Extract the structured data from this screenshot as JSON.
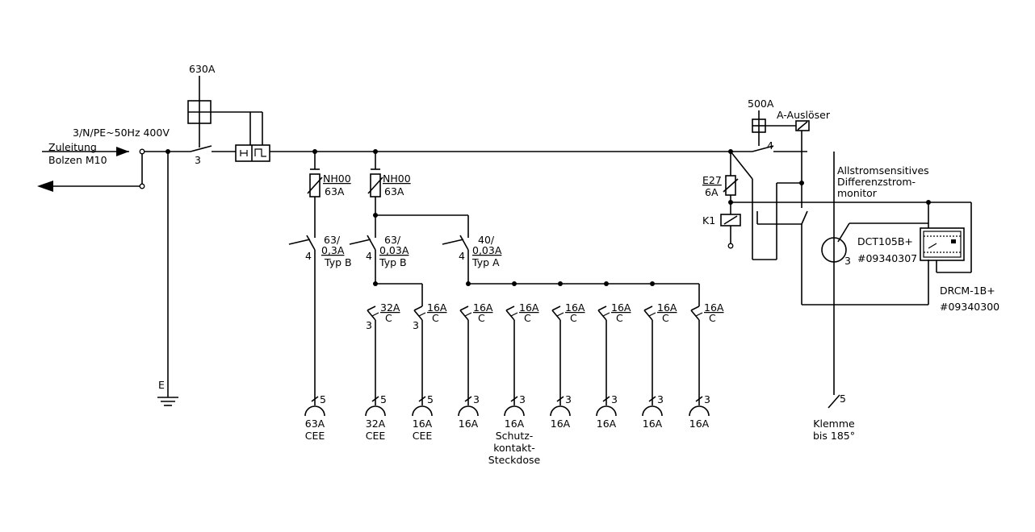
{
  "colors": {
    "ink": "#000000",
    "background": "#ffffff"
  },
  "supply": {
    "main_fuse": "630A",
    "network": "3/N/PE~50Hz 400V",
    "feed_line1": "Zuleitung",
    "feed_line2": "Bolzen M10",
    "switch_poles": "3",
    "earth": "E"
  },
  "nh_fuses": [
    {
      "type": "NH00",
      "rating": "63A"
    },
    {
      "type": "NH00",
      "rating": "63A"
    }
  ],
  "rcds": [
    {
      "rating": "63/",
      "residual": "0,3A",
      "type": "Typ B",
      "poles": "4"
    },
    {
      "rating": "63/",
      "residual": "0,03A",
      "type": "Typ B",
      "poles": "4"
    },
    {
      "rating": "40/",
      "residual": "0,03A",
      "type": "Typ A",
      "poles": "4"
    }
  ],
  "mcbs": [
    {
      "rating": "32A",
      "curve": "C",
      "poles": "3"
    },
    {
      "rating": "16A",
      "curve": "C",
      "poles": "3"
    },
    {
      "rating": "16A",
      "curve": "C",
      "poles": ""
    },
    {
      "rating": "16A",
      "curve": "C",
      "poles": ""
    },
    {
      "rating": "16A",
      "curve": "C",
      "poles": ""
    },
    {
      "rating": "16A",
      "curve": "C",
      "poles": ""
    },
    {
      "rating": "16A",
      "curve": "C",
      "poles": ""
    },
    {
      "rating": "16A",
      "curve": "C",
      "poles": ""
    }
  ],
  "outlets": [
    {
      "poles": "5",
      "rating": "63A",
      "kind": "CEE"
    },
    {
      "poles": "5",
      "rating": "32A",
      "kind": "CEE"
    },
    {
      "poles": "5",
      "rating": "16A",
      "kind": "CEE"
    },
    {
      "poles": "3",
      "rating": "16A",
      "kind": ""
    },
    {
      "poles": "3",
      "rating": "16A",
      "kind": ""
    },
    {
      "poles": "3",
      "rating": "16A",
      "kind": ""
    },
    {
      "poles": "3",
      "rating": "16A",
      "kind": ""
    },
    {
      "poles": "3",
      "rating": "16A",
      "kind": ""
    },
    {
      "poles": "3",
      "rating": "16A",
      "kind": ""
    }
  ],
  "schuko_label": [
    "Schutz-",
    "kontakt-",
    "Steckdose"
  ],
  "monitoring": {
    "breaker_fuse": "500A",
    "shunt_release": "A-Auslöser",
    "breaker_poles": "4",
    "control_fuse_type": "E27",
    "control_fuse_rating": "6A",
    "relay": "K1",
    "monitor_title": [
      "Allstromsensitives",
      "Differenzstrom-",
      "monitor"
    ],
    "transformer_name": "DCT105B+",
    "transformer_number": "#09340307",
    "transformer_poles": "3",
    "monitor_name": "DRCM-1B+",
    "monitor_number": "#09340300",
    "terminal_poles": "5",
    "terminal_line1": "Klemme",
    "terminal_line2": "bis 185°"
  }
}
